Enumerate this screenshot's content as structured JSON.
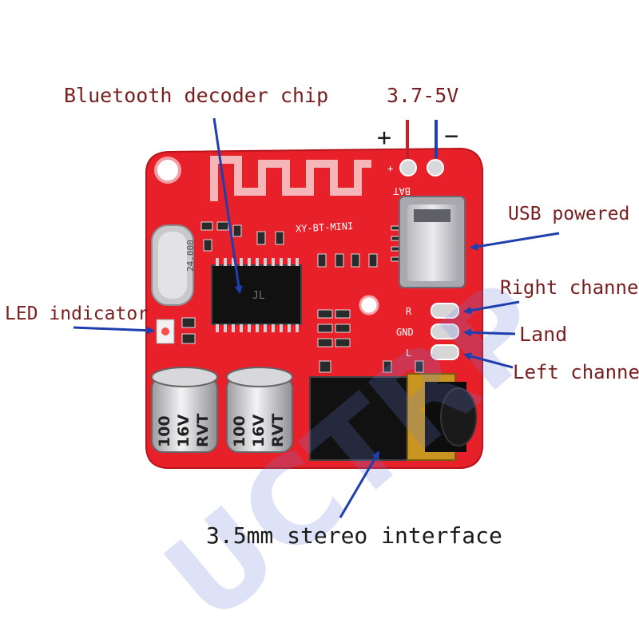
{
  "labels": {
    "chip": "Bluetooth decoder chip",
    "voltage": "3.7-5V",
    "plus": "+",
    "minus": "−",
    "usb": "USB powered",
    "right": "Right channel",
    "led": "LED indicator",
    "land": "Land",
    "left": "Left channel",
    "jack": "3.5mm stereo interface"
  },
  "board": {
    "model": "XY-BT-MINI",
    "bat": "BAT",
    "crystal": "24.000",
    "cap_lines": [
      "100",
      "16V",
      "RVT"
    ],
    "pad_r": "R",
    "pad_gnd": "GND",
    "pad_l": "L",
    "chip_mark": "JL",
    "watermark": "UCTRP"
  },
  "colors": {
    "pcb": "#e8202a",
    "arrow": "#1f3fae",
    "label_red": "#7a1f1f",
    "silver": "#c8c8cc"
  }
}
